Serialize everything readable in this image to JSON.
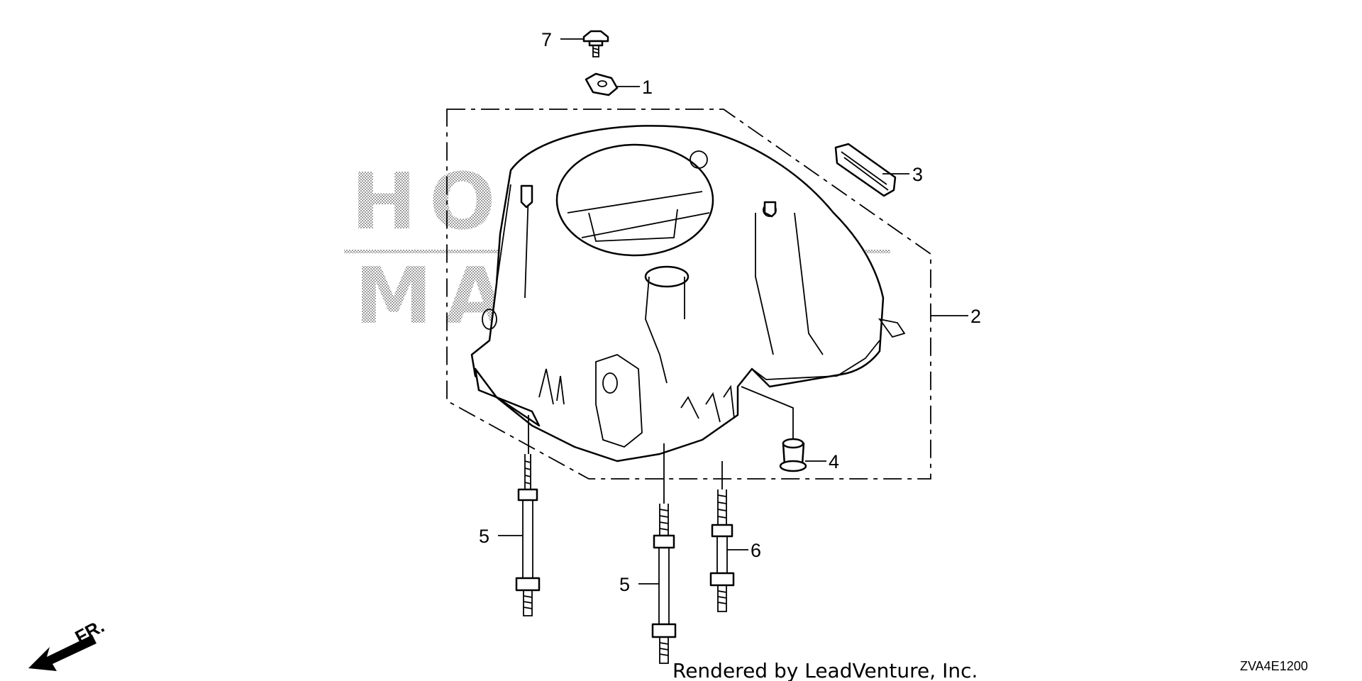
{
  "callouts": {
    "c1": "1",
    "c2": "2",
    "c3": "3",
    "c4": "4",
    "c5a": "5",
    "c5b": "5",
    "c6": "6",
    "c7": "7"
  },
  "watermark": {
    "line1": "HONDA",
    "line2": "MARINE"
  },
  "direction_label": "FR.",
  "credit": "Rendered by LeadVenture, Inc.",
  "diagram_code": "ZVA4E1200"
}
